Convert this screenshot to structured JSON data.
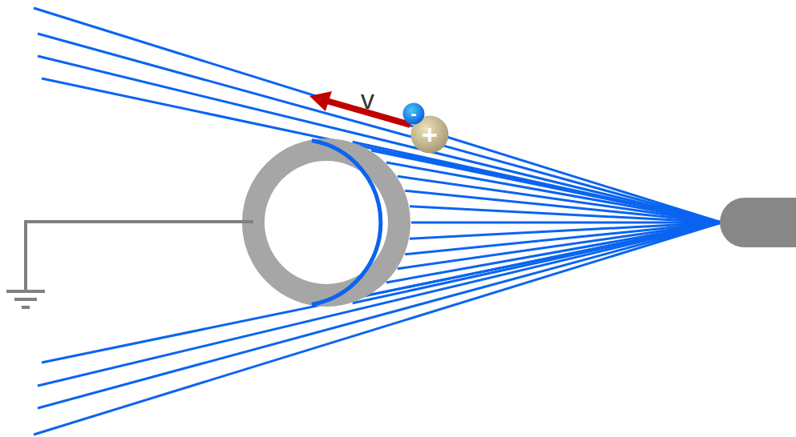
{
  "diagram": {
    "nodes": [
      {
        "text": [
          "-"
        ]
      },
      {
        "text": [
          "+"
        ]
      }
    ],
    "labels": [
      "v"
    ]
  }
}
